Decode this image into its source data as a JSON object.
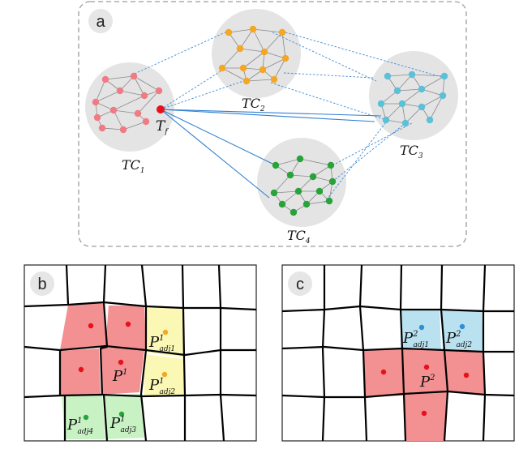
{
  "panels": {
    "a": {
      "label": "a",
      "clusters": [
        {
          "id": "tc1",
          "label": "TC",
          "sub": "1",
          "color": "#f07b84"
        },
        {
          "id": "tc2",
          "label": "TC",
          "sub": "2",
          "color": "#f5a623"
        },
        {
          "id": "tc3",
          "label": "TC",
          "sub": "3",
          "color": "#5bc0d8"
        },
        {
          "id": "tc4",
          "label": "TC",
          "sub": "4",
          "color": "#27a33a"
        }
      ],
      "focus_cell": {
        "label": "T",
        "sub": "f",
        "color": "#e8101a"
      }
    },
    "b": {
      "label": "b",
      "center": {
        "label": "P",
        "sup": "1"
      },
      "adj": [
        {
          "label": "P",
          "sup": "1",
          "sub": "adj1",
          "color": "#fbf7b4"
        },
        {
          "label": "P",
          "sup": "1",
          "sub": "adj2",
          "color": "#fbf7b4"
        },
        {
          "label": "P",
          "sup": "1",
          "sub": "adj3",
          "color": "#c8f1c4"
        },
        {
          "label": "P",
          "sup": "1",
          "sub": "adj4",
          "color": "#c8f1c4"
        }
      ],
      "red_color": "#f29092"
    },
    "c": {
      "label": "c",
      "center": {
        "label": "P",
        "sup": "2"
      },
      "adj": [
        {
          "label": "P",
          "sup": "2",
          "sub": "adj1",
          "color": "#b9e1f0"
        },
        {
          "label": "P",
          "sup": "2",
          "sub": "adj2",
          "color": "#b9e1f0"
        }
      ],
      "red_color": "#f29092"
    }
  }
}
